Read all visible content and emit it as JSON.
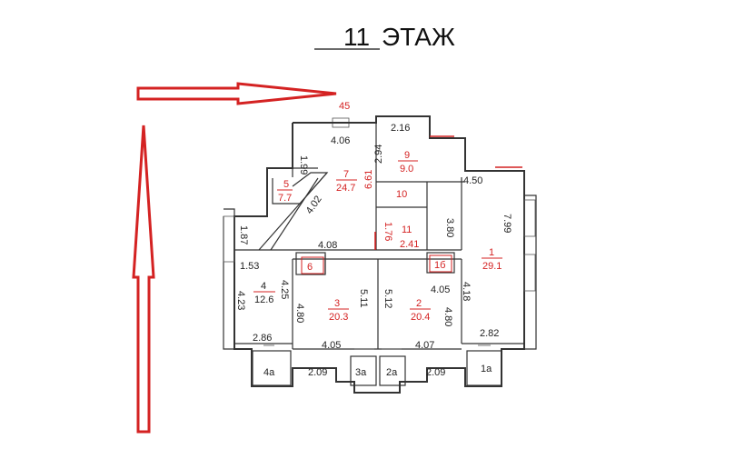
{
  "title": {
    "number": "11",
    "text": "ЭТАЖ"
  },
  "colors": {
    "arrow": "#d42222",
    "red_label": "#d42222",
    "line": "#333333"
  },
  "marker": "45",
  "rooms": [
    {
      "id": "1",
      "area": "29.1"
    },
    {
      "id": "2",
      "area": "20.4"
    },
    {
      "id": "3",
      "area": "20.3"
    },
    {
      "id": "4",
      "area": "12.6"
    },
    {
      "id": "5",
      "area": "7.7"
    },
    {
      "id": "7",
      "area": "24.7"
    },
    {
      "id": "9",
      "area": "9.0"
    },
    {
      "id": "11",
      "area": "2.41"
    }
  ],
  "small_rooms": [
    "6",
    "10",
    "1б"
  ],
  "balconies": [
    "4а",
    "3а",
    "2а",
    "1а"
  ],
  "dimensions": [
    "4.06",
    "2.16",
    "1.99",
    "2.94",
    "6.61",
    "4.50",
    "4.02",
    "3.80",
    "7.99",
    "1.87",
    "1.76",
    "4.08",
    "1.53",
    "4.25",
    "4.23",
    "4.80",
    "5.11",
    "5.12",
    "4.05",
    "4.18",
    "4.80",
    "2.86",
    "4.05",
    "4.07",
    "2.82",
    "2.09",
    "2.09"
  ],
  "red_dims": [
    "6.61",
    "1.76"
  ]
}
